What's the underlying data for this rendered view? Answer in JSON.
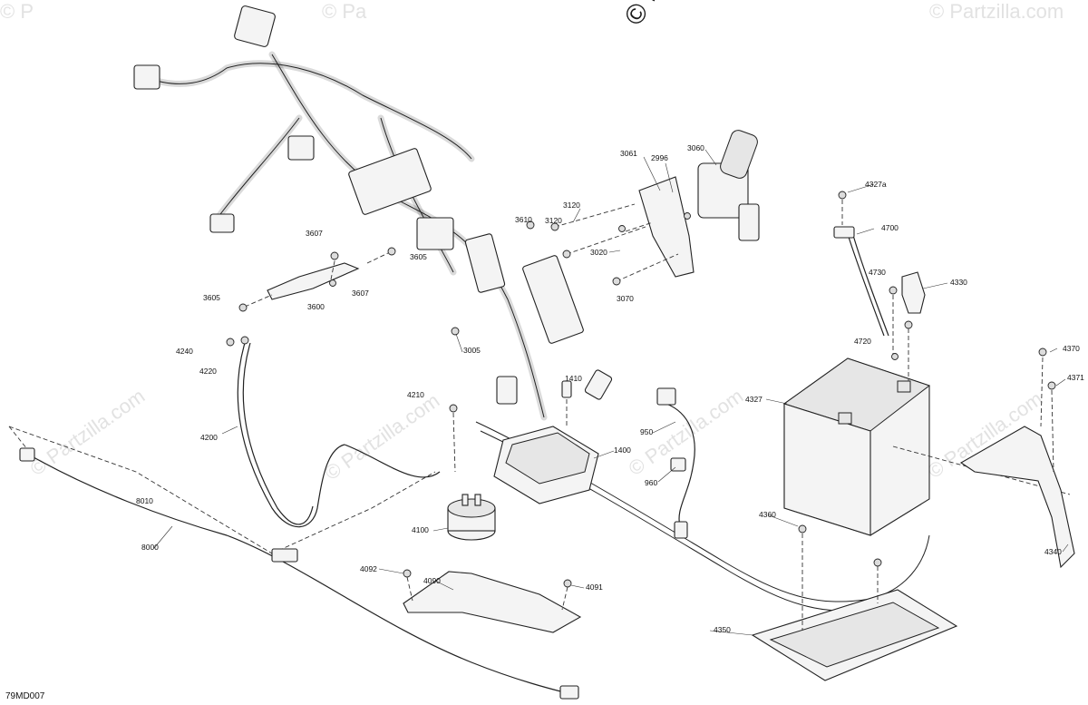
{
  "watermarks": {
    "top_copyright": "© Pa",
    "copyright_marks": [
      "© P",
      "© Pa",
      "© Partzilla.com",
      "© Partzilla.com",
      "© Partzilla.com",
      "© Partzilla.com",
      "© Partzilla.com"
    ]
  },
  "diagram_code": "79MD007",
  "callouts": [
    {
      "id": "3061",
      "text": "3061"
    },
    {
      "id": "2996",
      "text": "2996"
    },
    {
      "id": "3060",
      "text": "3060"
    },
    {
      "id": "3120a",
      "text": "3120"
    },
    {
      "id": "3120b",
      "text": "3120"
    },
    {
      "id": "3610",
      "text": "3610"
    },
    {
      "id": "3020",
      "text": "3020"
    },
    {
      "id": "3070",
      "text": "3070"
    },
    {
      "id": "3607a",
      "text": "3607"
    },
    {
      "id": "3605a",
      "text": "3605"
    },
    {
      "id": "3605b",
      "text": "3605"
    },
    {
      "id": "3607b",
      "text": "3607"
    },
    {
      "id": "3600",
      "text": "3600"
    },
    {
      "id": "3005",
      "text": "3005"
    },
    {
      "id": "4240",
      "text": "4240"
    },
    {
      "id": "4220",
      "text": "4220"
    },
    {
      "id": "4200",
      "text": "4200"
    },
    {
      "id": "4210",
      "text": "4210"
    },
    {
      "id": "1410",
      "text": "1410"
    },
    {
      "id": "1400",
      "text": "1400"
    },
    {
      "id": "950",
      "text": "950"
    },
    {
      "id": "960",
      "text": "960"
    },
    {
      "id": "4100",
      "text": "4100"
    },
    {
      "id": "4090",
      "text": "4090"
    },
    {
      "id": "4092",
      "text": "4092"
    },
    {
      "id": "4091",
      "text": "4091"
    },
    {
      "id": "8010",
      "text": "8010"
    },
    {
      "id": "8000",
      "text": "8000"
    },
    {
      "id": "4327a",
      "text": "4327a"
    },
    {
      "id": "4700",
      "text": "4700"
    },
    {
      "id": "4730",
      "text": "4730"
    },
    {
      "id": "4330",
      "text": "4330"
    },
    {
      "id": "4720",
      "text": "4720"
    },
    {
      "id": "4327",
      "text": "4327"
    },
    {
      "id": "4370",
      "text": "4370"
    },
    {
      "id": "4371",
      "text": "4371"
    },
    {
      "id": "4360",
      "text": "4360"
    },
    {
      "id": "4340",
      "text": "4340"
    },
    {
      "id": "4350",
      "text": "4350"
    }
  ]
}
